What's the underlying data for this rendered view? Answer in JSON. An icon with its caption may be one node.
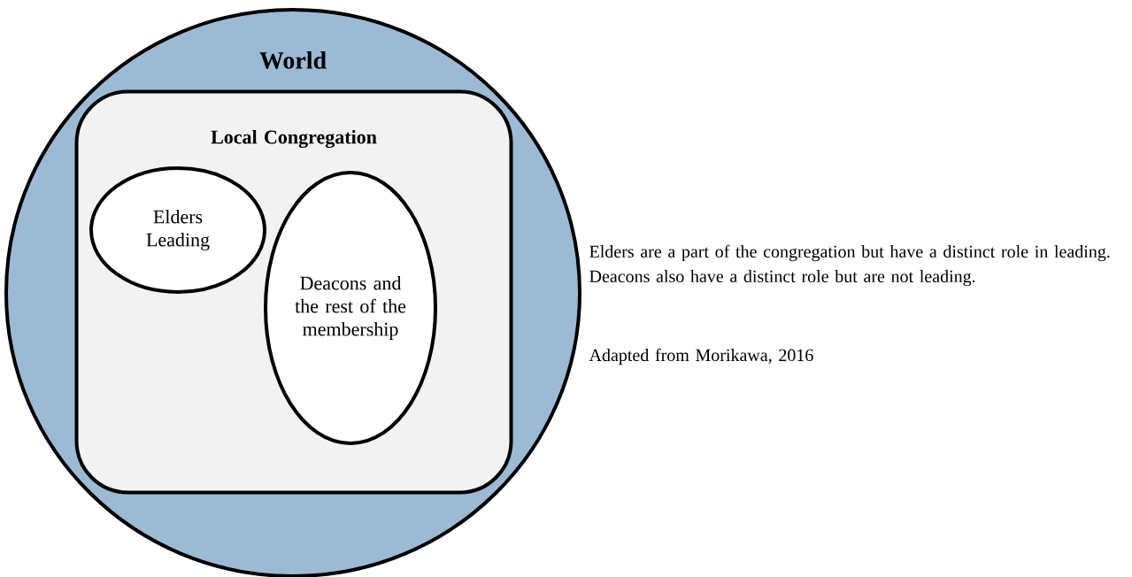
{
  "diagram": {
    "nodes": [
      {
        "text": [
          "World"
        ]
      },
      {
        "text": [
          "Local Congregation"
        ],
        "in": 0
      },
      {
        "text": [
          "Elders Leading"
        ],
        "in": 1
      },
      {
        "text": [
          "Deacons and the rest of the membership"
        ],
        "in": 1
      }
    ],
    "labels": [
      "Elders are a part of the congregation but have a distinct role in leading. Deacons also have a distinct role but are not leading.",
      "Adapted from Morikawa, 2016"
    ]
  }
}
